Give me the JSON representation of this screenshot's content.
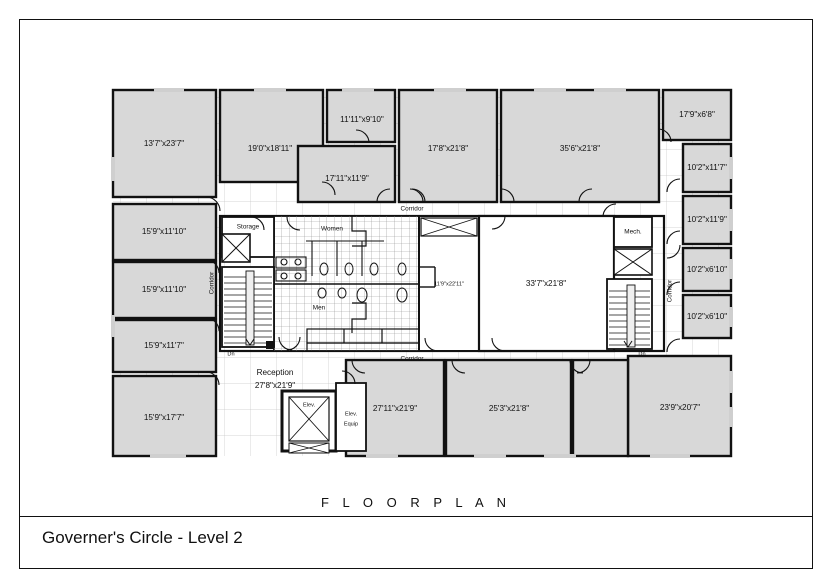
{
  "sheet": {
    "caption": "F L O O R   P L A N",
    "title": "Governer's Circle - Level 2"
  },
  "colors": {
    "wall": "#111111",
    "room_fill": "#d8d8d8",
    "corridor_fill": "#ffffff",
    "grid_line": "#bbbbbb",
    "tile_line": "#9a9a9a",
    "paper": "#ffffff"
  },
  "plan": {
    "rooms_left": [
      {
        "id": "r-13-7x23-7",
        "label": "13'7\"x23'7\""
      },
      {
        "id": "r-15-9x11-10a",
        "label": "15'9\"x11'10\""
      },
      {
        "id": "r-15-9x11-10b",
        "label": "15'9\"x11'10\""
      },
      {
        "id": "r-15-9x11-7",
        "label": "15'9\"x11'7\""
      },
      {
        "id": "r-15-9x17-7",
        "label": "15'9\"x17'7\""
      }
    ],
    "rooms_top": [
      {
        "id": "r-19-0x18-11",
        "label": "19'0\"x18'11\""
      },
      {
        "id": "r-11-11x9-10",
        "label": "11'11\"x9'10\""
      },
      {
        "id": "r-17-11x11-9",
        "label": "17'11\"x11'9\""
      },
      {
        "id": "r-17-8x21-8",
        "label": "17'8\"x21'8\""
      },
      {
        "id": "r-35-6x21-8",
        "label": "35'6\"x21'8\""
      }
    ],
    "rooms_right": [
      {
        "id": "r-17-9x6-8",
        "label": "17'9\"x6'8\""
      },
      {
        "id": "r-10-2x11-7",
        "label": "10'2\"x11'7\""
      },
      {
        "id": "r-10-2x11-9",
        "label": "10'2\"x11'9\""
      },
      {
        "id": "r-10-2x6-10a",
        "label": "10'2\"x6'10\""
      },
      {
        "id": "r-10-2x6-10b",
        "label": "10'2\"x6'10\""
      },
      {
        "id": "r-23-9x20-7",
        "label": "23'9\"x20'7\""
      }
    ],
    "rooms_bottom": [
      {
        "id": "r-27-11x21-9",
        "label": "27'11\"x21'9\""
      },
      {
        "id": "r-25-3x21-8",
        "label": "25'3\"x21'8\""
      }
    ],
    "rooms_center": [
      {
        "id": "r-33-7x21-8",
        "label": "33'7\"x21'8\""
      },
      {
        "id": "r-11-9x22-11",
        "label": "11'9\"x22'11\""
      }
    ],
    "service_spaces": [
      {
        "id": "sp-storage",
        "label": "Storage"
      },
      {
        "id": "sp-women",
        "label": "Women"
      },
      {
        "id": "sp-men",
        "label": "Men"
      },
      {
        "id": "sp-mech",
        "label": "Mech."
      },
      {
        "id": "sp-elev",
        "label": "Elev."
      },
      {
        "id": "sp-elev-equip-1",
        "label": "Elev."
      },
      {
        "id": "sp-elev-equip-2",
        "label": "Equip"
      },
      {
        "id": "sp-stair-left",
        "label": "Dn"
      },
      {
        "id": "sp-stair-right",
        "label": "Dn"
      }
    ],
    "reception": {
      "name": "Reception",
      "dimension": "27'8\"x21'9\""
    },
    "corridors": [
      {
        "id": "corridor-top",
        "label": "Corridor"
      },
      {
        "id": "corridor-bottom",
        "label": "Corridor"
      },
      {
        "id": "corridor-left",
        "label": "Corridor"
      },
      {
        "id": "corridor-right",
        "label": "Corridor"
      }
    ]
  }
}
